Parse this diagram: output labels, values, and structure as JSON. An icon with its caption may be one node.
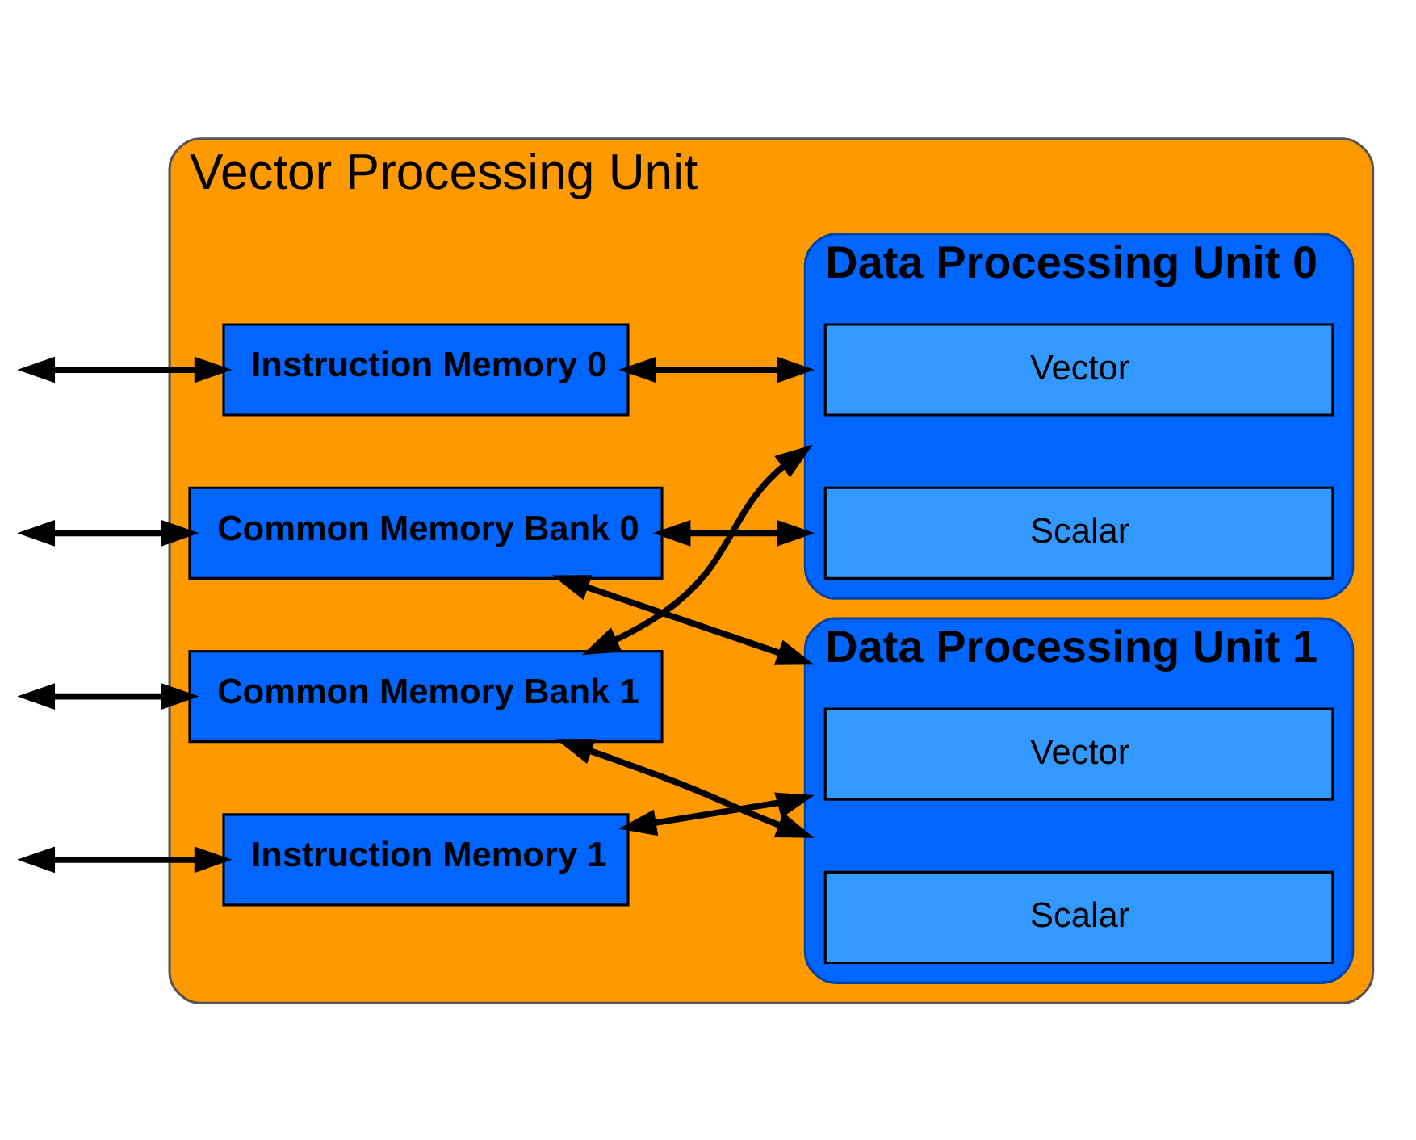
{
  "diagram": {
    "nodes": [
      {
        "text": [
          "Vector Processing Unit"
        ]
      },
      {
        "text": [
          "Instruction Memory 0"
        ],
        "in": 0
      },
      {
        "text": [
          "Data Processing Unit 0"
        ],
        "in": 0
      },
      {
        "text": [
          "Vector"
        ],
        "in": 2
      },
      {
        "text": [
          "Scalar"
        ],
        "in": 2
      },
      {
        "text": [
          "Common Memory Bank 0"
        ],
        "in": 0
      },
      {
        "text": [
          "Common Memory Bank 1"
        ],
        "in": 0
      },
      {
        "text": [
          "Data Processing Unit 1"
        ],
        "in": 0
      },
      {
        "text": [
          "Vector"
        ],
        "in": 7
      },
      {
        "text": [
          "Scalar"
        ],
        "in": 7
      },
      {
        "text": [
          "Instruction Memory 1"
        ],
        "in": 0
      }
    ],
    "edges": [
      {
        "from": null,
        "to": 1,
        "arrow": "both"
      },
      {
        "from": 1,
        "to": 2,
        "arrow": "both"
      },
      {
        "from": null,
        "to": 5,
        "arrow": "both"
      },
      {
        "from": null,
        "to": 6,
        "arrow": "both"
      },
      {
        "from": 5,
        "to": 2,
        "arrow": "both"
      },
      {
        "from": 6,
        "to": 2,
        "arrow": "both"
      },
      {
        "from": 5,
        "to": 7,
        "arrow": "both"
      },
      {
        "from": 6,
        "to": 7,
        "arrow": "both"
      },
      {
        "from": null,
        "to": 10,
        "arrow": "both"
      },
      {
        "from": 10,
        "to": 7,
        "arrow": "both"
      }
    ]
  }
}
